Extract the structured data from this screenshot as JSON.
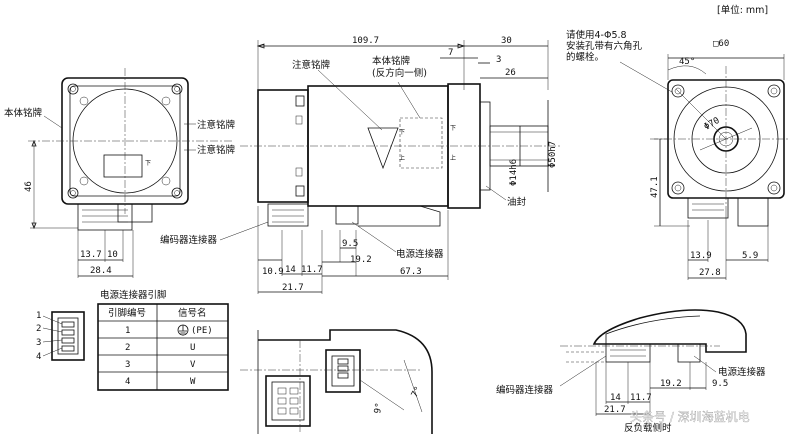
{
  "unit_label": "[单位: mm]",
  "front_view": {
    "label_body_nameplate": "本体铭牌",
    "label_caution_nameplate_1": "注意铭牌",
    "label_caution_nameplate_2": "注意铭牌",
    "dim_height": "46",
    "dim_13_7": "13.7",
    "dim_10": "10",
    "dim_28_4": "28.4",
    "mark_down": "下"
  },
  "side_view": {
    "dim_overall": "109.7",
    "dim_30": "30",
    "dim_7": "7",
    "dim_3": "3",
    "dim_26": "26",
    "label_caution_nameplate": "注意铭牌",
    "label_body_nameplate": "本体铭牌",
    "label_opposite_side": "(反方向一侧)",
    "dim_shaft_dia": "Φ50h7",
    "dim_flange_dia": "Φ14h6",
    "label_oil_seal": "油封",
    "label_encoder_connector": "编码器连接器",
    "label_power_connector": "电源连接器",
    "dim_10_9": "10.9",
    "dim_14": "14",
    "dim_11_7": "11.7",
    "dim_21_7": "21.7",
    "dim_9_5": "9.5",
    "dim_19_2": "19.2",
    "dim_67_3": "67.3",
    "mark_down": "下",
    "mark_up": "上"
  },
  "flange_view": {
    "note_line1": "请使用4-Φ5.8",
    "note_line2": "安装孔带有六角孔",
    "note_line3": "的螺栓。",
    "dim_square": "□60",
    "dim_angle": "45°",
    "dim_pcd": "Φ70",
    "dim_47_1": "47.1",
    "dim_13_9": "13.9",
    "dim_5_9": "5.9",
    "dim_27_8": "27.8"
  },
  "pin_table": {
    "caption": "电源连接器引脚",
    "headers": [
      "引脚编号",
      "信号名"
    ],
    "rows": [
      {
        "pin": "1",
        "signal": "(PE)"
      },
      {
        "pin": "2",
        "signal": "U"
      },
      {
        "pin": "3",
        "signal": "V"
      },
      {
        "pin": "4",
        "signal": "W"
      }
    ],
    "pin_callouts": [
      "1",
      "2",
      "3",
      "4"
    ]
  },
  "bottom_detail": {
    "angle_9": "9°",
    "angle_7": "7°"
  },
  "bottom_right_view": {
    "label_encoder_connector": "编码器连接器",
    "label_power_connector": "电源连接器",
    "dim_14": "14",
    "dim_11_7": "11.7",
    "dim_21_7": "21.7",
    "dim_19_2": "19.2",
    "dim_9_5": "9.5",
    "label_reverse_load": "反负载侧时"
  },
  "watermark": "头条号 / 深圳海蓝机电"
}
